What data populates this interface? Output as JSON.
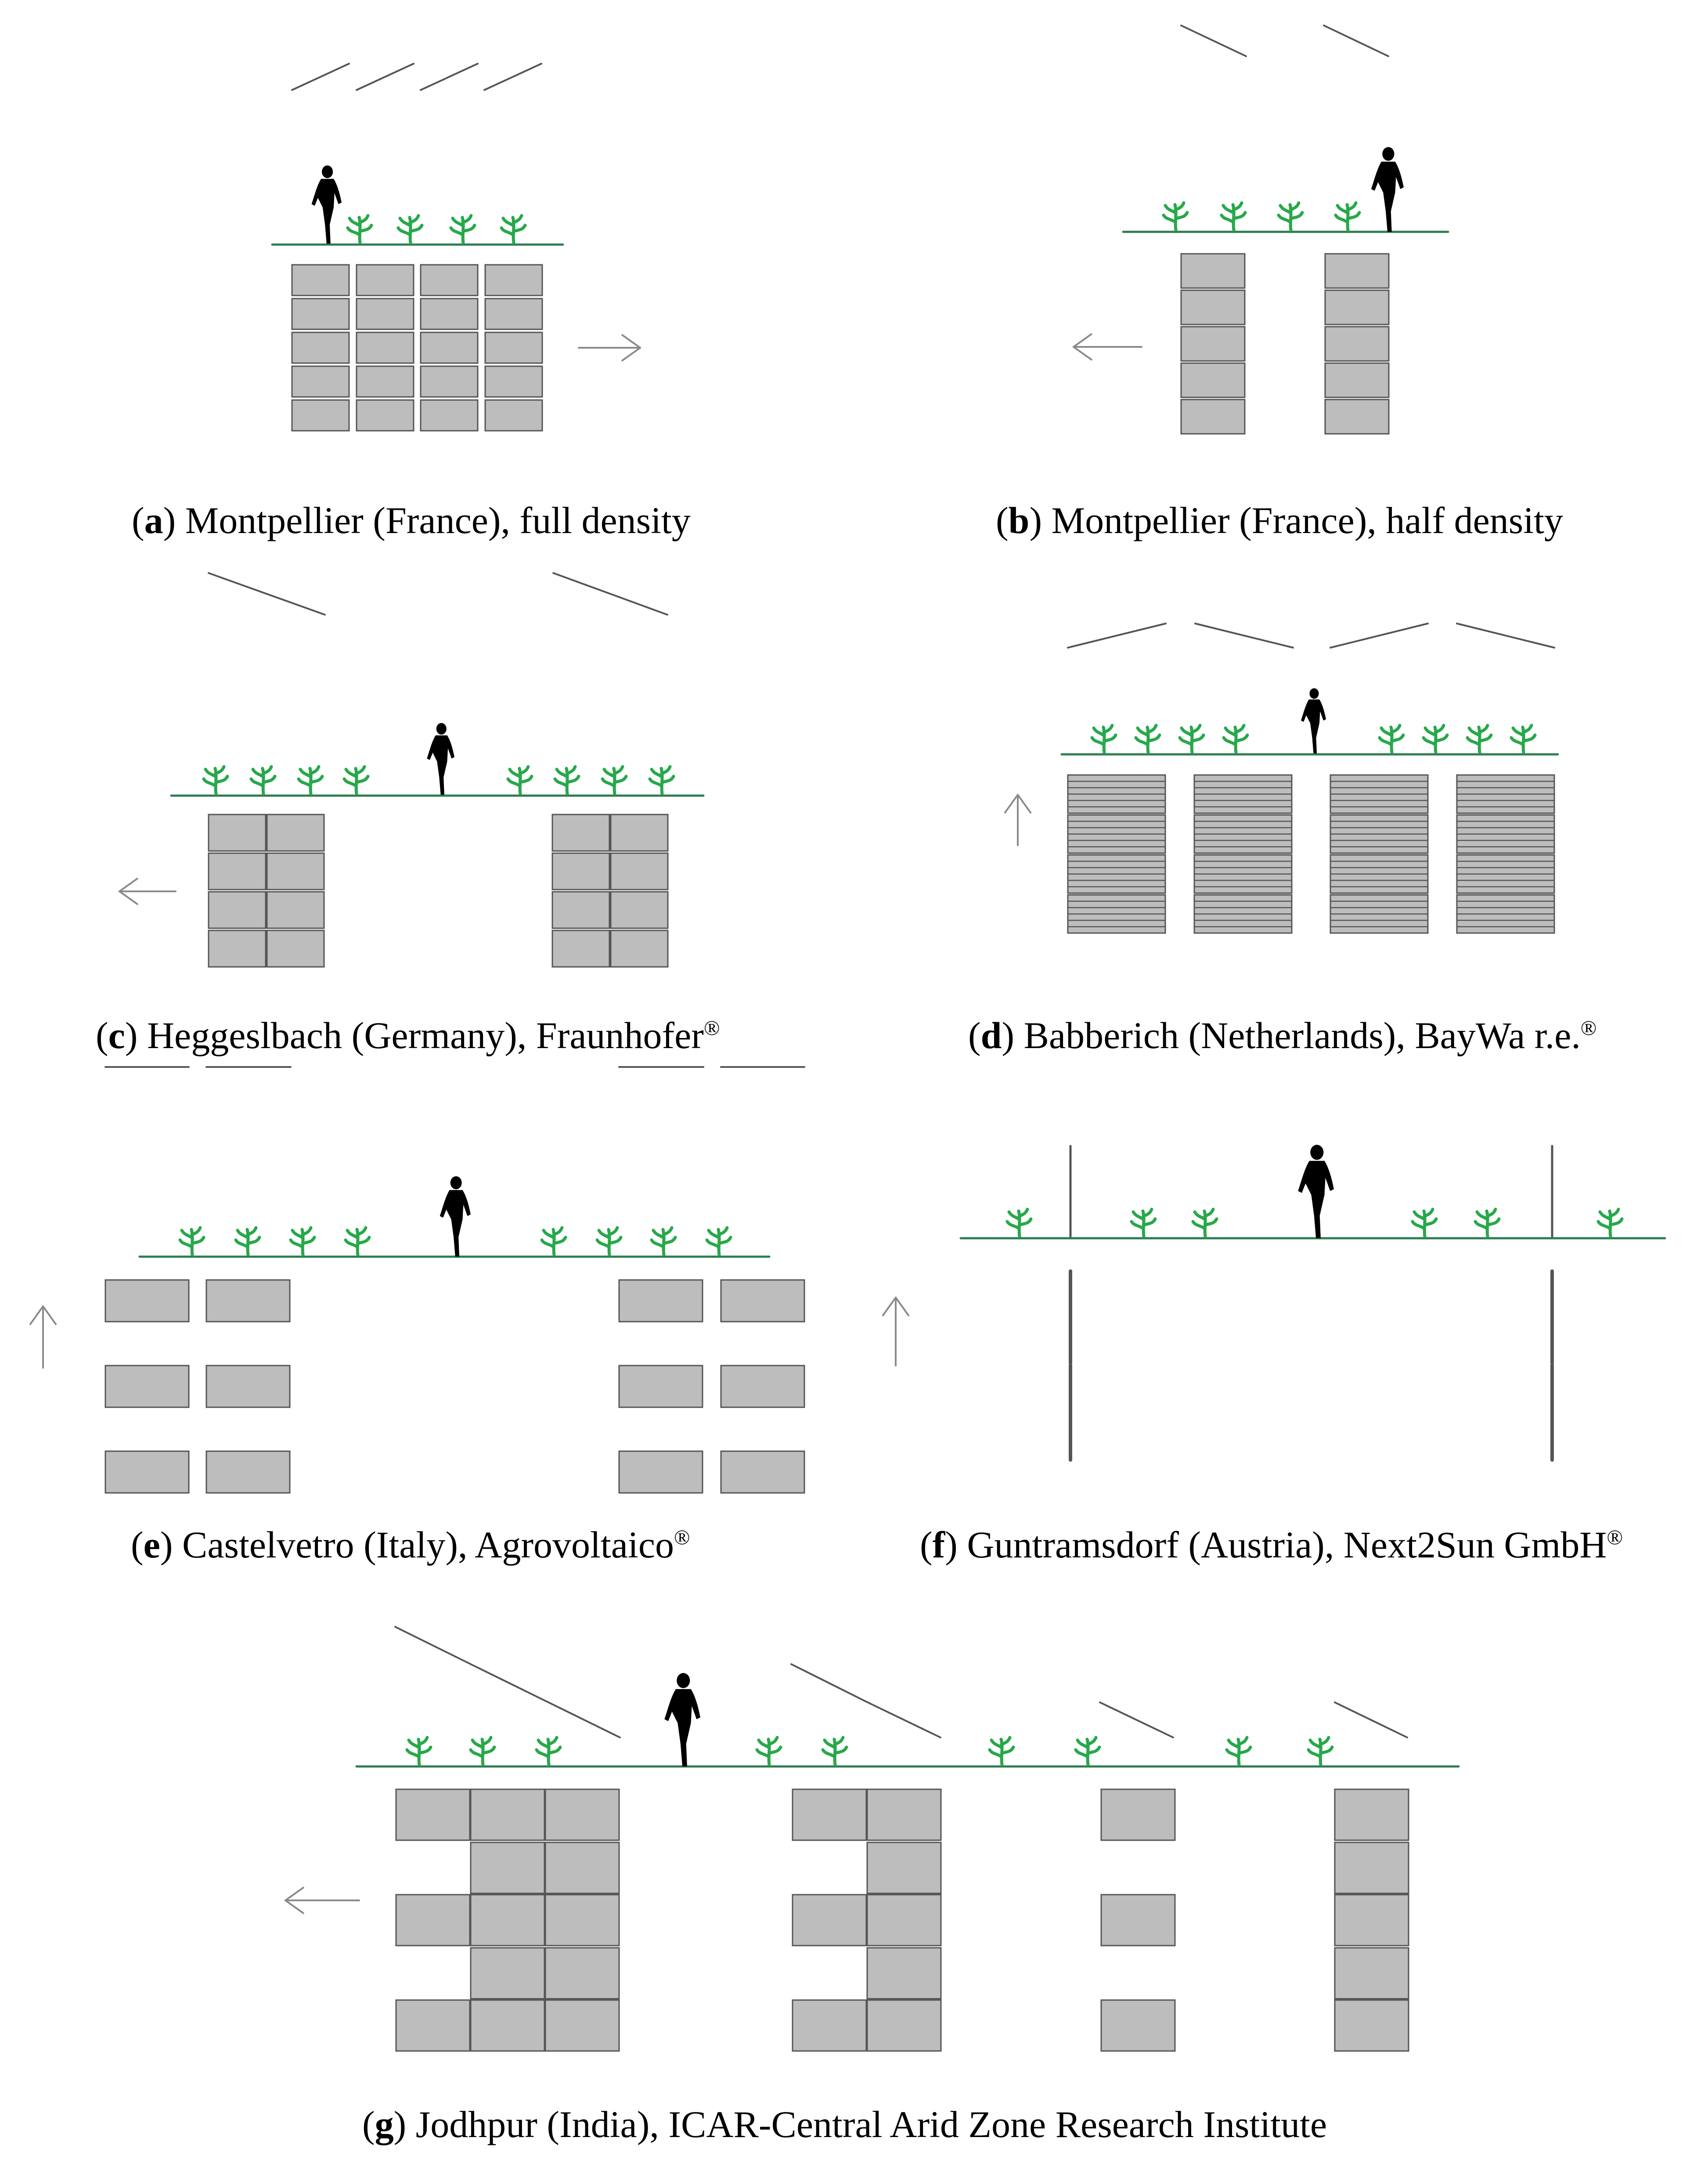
{
  "colors": {
    "module_fill": "#bdbdbd",
    "module_stroke": "#555555",
    "ground": "#2e7d4f",
    "plant": "#27a84a",
    "person": "#000000",
    "arrow": "#8a8a8a",
    "panel_line": "#555555"
  },
  "icons": {
    "person": "person-silhouette-icon",
    "plant": "seedling-icon",
    "arrow": "arrow-icon"
  },
  "panels": [
    {
      "id": "a",
      "letter": "a",
      "text": "Montpellier (France), full density",
      "mark": ""
    },
    {
      "id": "b",
      "letter": "b",
      "text": "Montpellier (France), half density",
      "mark": ""
    },
    {
      "id": "c",
      "letter": "c",
      "text": "Heggeslbach (Germany), Fraunhofer",
      "mark": "®"
    },
    {
      "id": "d",
      "letter": "d",
      "text": "Babberich (Netherlands), BayWa r.e.",
      "mark": "®"
    },
    {
      "id": "e",
      "letter": "e",
      "text": "Castelvetro (Italy), Agrovoltaico",
      "mark": "®"
    },
    {
      "id": "f",
      "letter": "f",
      "text": "Guntramsdorf (Austria), Next2Sun GmbH",
      "mark": "®"
    },
    {
      "id": "g",
      "letter": "g",
      "text": "Jodhpur (India), ICAR-Central Arid Zone Research Institute",
      "mark": ""
    }
  ]
}
